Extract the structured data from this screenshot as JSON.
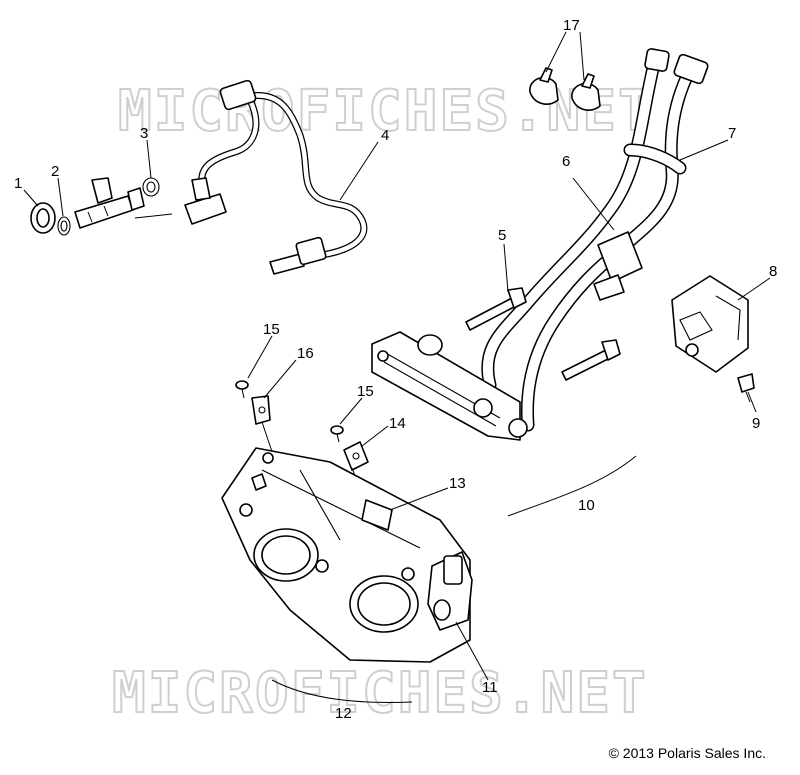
{
  "watermark": {
    "text_top": "MICROFICHES.NET",
    "text_bottom": "MICROFICHES.NET"
  },
  "callouts": {
    "c1": "1",
    "c2": "2",
    "c3": "3",
    "c4": "4",
    "c5": "5",
    "c6": "6",
    "c7": "7",
    "c8": "8",
    "c9": "9",
    "c10": "10",
    "c11": "11",
    "c12": "12",
    "c13": "13",
    "c14": "14",
    "c15a": "15",
    "c15b": "15",
    "c16": "16",
    "c17": "17"
  },
  "copyright": "© 2013 Polaris Sales Inc."
}
